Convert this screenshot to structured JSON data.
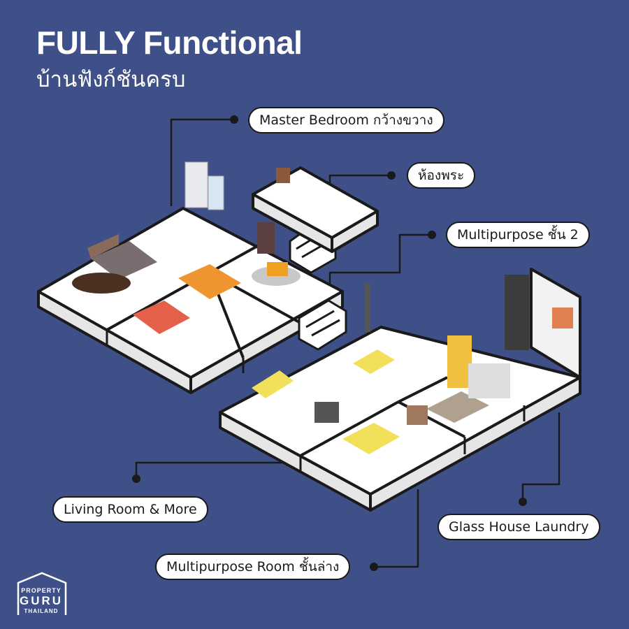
{
  "header": {
    "title": "FULLY Functional",
    "subtitle": "บ้านฟังก์ชันครบ"
  },
  "labels": {
    "master_bedroom": "Master Bedroom กว้างขวาง",
    "shrine_room": "ห้องพระ",
    "multipurpose_2": "Multipurpose ชั้น 2",
    "living_room": "Living Room & More",
    "laundry": "Glass House Laundry",
    "multipurpose_ground": "Multipurpose Room ชั้นล่าง"
  },
  "logo": {
    "line1": "PROPERTY",
    "line2": "GURU",
    "line3": "THAILAND"
  },
  "colors": {
    "background": "#3f5088",
    "floor": "#ffffff",
    "outline": "#1a1a1a"
  }
}
